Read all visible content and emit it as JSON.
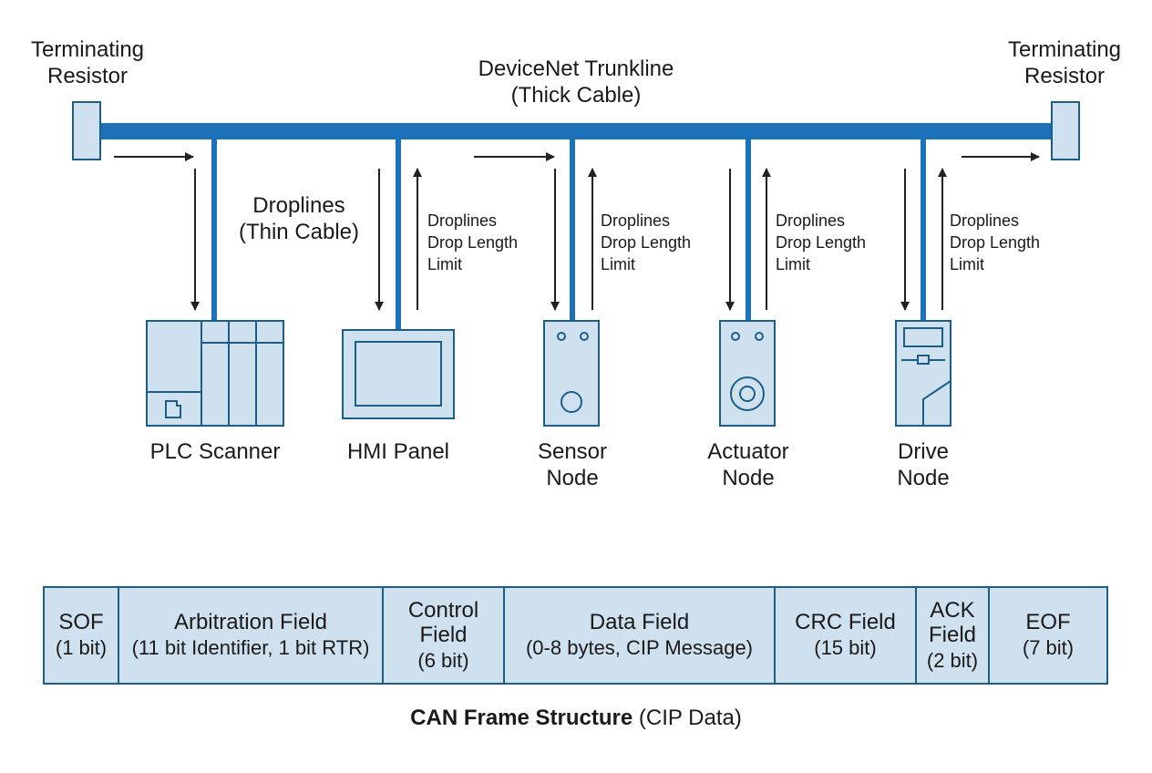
{
  "trunk": {
    "title_line1": "DeviceNet Trunkline",
    "title_line2": "(Thick Cable)"
  },
  "terminators": {
    "left": {
      "line1": "Terminating",
      "line2": "Resistor"
    },
    "right": {
      "line1": "Terminating",
      "line2": "Resistor"
    }
  },
  "droplines_label": {
    "line1": "Droplines",
    "line2": "(Thin Cable)"
  },
  "drop_limit_label": {
    "line1": "Droplines",
    "line2": "Drop Length",
    "line3": "Limit"
  },
  "devices": [
    {
      "line1": "PLC Scanner",
      "line2": ""
    },
    {
      "line1": "HMI Panel",
      "line2": ""
    },
    {
      "line1": "Sensor",
      "line2": "Node"
    },
    {
      "line1": "Actuator",
      "line2": "Node"
    },
    {
      "line1": "Drive",
      "line2": "Node"
    }
  ],
  "frame": {
    "fields": [
      {
        "name": "SOF",
        "detail": "(1 bit)"
      },
      {
        "name": "Arbitration Field",
        "detail": "(11 bit Identifier, 1 bit RTR)"
      },
      {
        "name": "Control Field",
        "detail": "(6 bit)"
      },
      {
        "name": "Data Field",
        "detail": "(0-8 bytes, CIP Message)"
      },
      {
        "name": "CRC Field",
        "detail": "(15 bit)"
      },
      {
        "name": "ACK Field",
        "detail": "(2 bit)"
      },
      {
        "name": "EOF",
        "detail": "(7 bit)"
      }
    ],
    "caption_bold": "CAN Frame Structure",
    "caption_normal": "(CIP Data)"
  },
  "colors": {
    "cable": "#1c72b8",
    "device_fill": "#cfe0ee",
    "device_stroke": "#1c5e8a",
    "arrow": "#222222"
  }
}
